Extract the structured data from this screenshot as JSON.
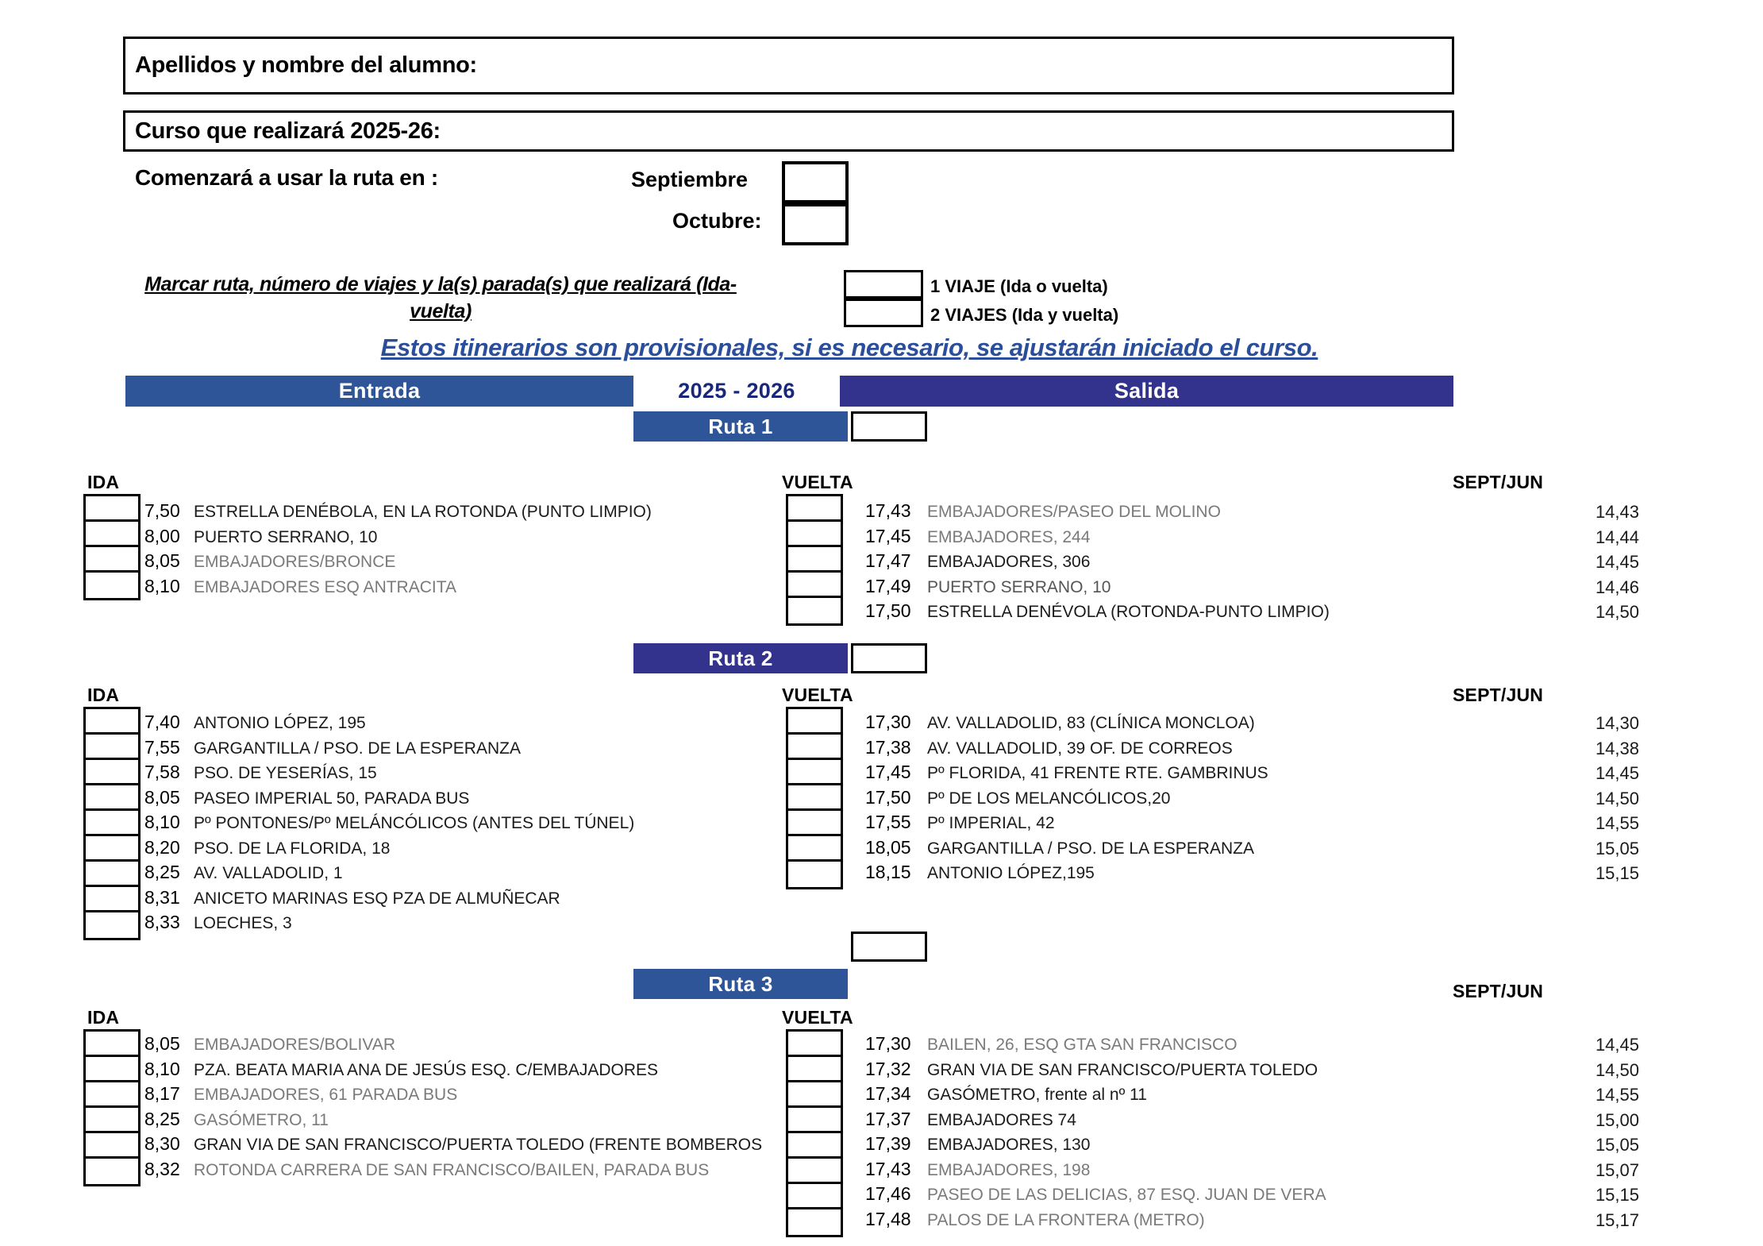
{
  "form": {
    "apellidos_label": "Apellidos y nombre del alumno:",
    "curso_label": "Curso que realizará 2025-26:",
    "comenzara_label": "Comenzará a usar la ruta en :",
    "septiembre_label": "Septiembre",
    "octubre_label": "Octubre:",
    "marcar_line1": "Marcar ruta, número de viajes y la(s) parada(s) que realizará (Ida-",
    "marcar_line2": "vuelta)",
    "viaje1_label": "1 VIAJE (Ida o vuelta)",
    "viaje2_label": "2 VIAJES (Ida y vuelta)",
    "provisional_notice": "Estos itinerarios son provisionales, si es necesario, se ajustarán iniciado el curso."
  },
  "headers": {
    "entrada": "Entrada",
    "anio": "2025 - 2026",
    "salida": "Salida",
    "ida": "IDA",
    "vuelta": "VUELTA",
    "septjun": "SEPT/JUN"
  },
  "colors": {
    "entrada_bar": "#2F5599",
    "salida_bar": "#33338E",
    "anio_text": "#19277A",
    "notice_text": "#2B4E9B",
    "ruta1_bar": "#2F5599",
    "ruta2_bar": "#33338E",
    "ruta3_bar": "#2F5599"
  },
  "routes": [
    {
      "name": "Ruta 1",
      "ida": [
        {
          "time": "7,50",
          "stop": "ESTRELLA DENÉBOLA, EN LA ROTONDA (PUNTO LIMPIO)",
          "shade": "dark"
        },
        {
          "time": "8,00",
          "stop": "PUERTO SERRANO, 10",
          "shade": "dark"
        },
        {
          "time": "8,05",
          "stop": "EMBAJADORES/BRONCE",
          "shade": "gray"
        },
        {
          "time": "8,10",
          "stop": "EMBAJADORES ESQ ANTRACITA",
          "shade": "gray"
        }
      ],
      "vuelta": [
        {
          "time": "17,43",
          "stop": "EMBAJADORES/PASEO DEL MOLINO",
          "septjun": "14,43",
          "shade": "gray"
        },
        {
          "time": "17,45",
          "stop": "EMBAJADORES, 244",
          "septjun": "14,44",
          "shade": "gray"
        },
        {
          "time": "17,47",
          "stop": "EMBAJADORES, 306",
          "septjun": "14,45",
          "shade": "dark"
        },
        {
          "time": "17,49",
          "stop": "PUERTO SERRANO, 10",
          "septjun": "14,46",
          "shade": "mid"
        },
        {
          "time": "17,50",
          "stop": "ESTRELLA DENÉVOLA (ROTONDA-PUNTO LIMPIO)",
          "septjun": "14,50",
          "shade": "dark"
        }
      ]
    },
    {
      "name": "Ruta 2",
      "ida": [
        {
          "time": "7,40",
          "stop": "ANTONIO LÓPEZ, 195",
          "shade": "dark"
        },
        {
          "time": "7,55",
          "stop": "GARGANTILLA / PSO. DE LA ESPERANZA",
          "shade": "dark"
        },
        {
          "time": "7,58",
          "stop": "PSO. DE YESERÍAS, 15",
          "shade": "dark"
        },
        {
          "time": "8,05",
          "stop": "PASEO IMPERIAL 50, PARADA BUS",
          "shade": "dark"
        },
        {
          "time": "8,10",
          "stop": "Pº PONTONES/Pº MELÁNCÓLICOS (ANTES DEL TÚNEL)",
          "shade": "dark"
        },
        {
          "time": "8,20",
          "stop": "PSO. DE LA FLORIDA, 18",
          "shade": "dark"
        },
        {
          "time": "8,25",
          "stop": "AV. VALLADOLID, 1",
          "shade": "dark"
        },
        {
          "time": "8,31",
          "stop": "ANICETO MARINAS ESQ PZA DE ALMUÑECAR",
          "shade": "dark"
        },
        {
          "time": "8,33",
          "stop": "LOECHES, 3",
          "shade": "dark"
        }
      ],
      "vuelta": [
        {
          "time": "17,30",
          "stop": "AV. VALLADOLID, 83 (CLÍNICA MONCLOA)",
          "septjun": "14,30",
          "shade": "dark"
        },
        {
          "time": "17,38",
          "stop": "AV. VALLADOLID, 39 OF. DE CORREOS",
          "septjun": "14,38",
          "shade": "dark"
        },
        {
          "time": "17,45",
          "stop": "Pº FLORIDA, 41 FRENTE RTE. GAMBRINUS",
          "septjun": "14,45",
          "shade": "dark"
        },
        {
          "time": "17,50",
          "stop": "Pº DE LOS MELANCÓLICOS,20",
          "septjun": "14,50",
          "shade": "dark"
        },
        {
          "time": "17,55",
          "stop": "Pº IMPERIAL, 42",
          "septjun": "14,55",
          "shade": "dark"
        },
        {
          "time": "18,05",
          "stop": "GARGANTILLA / PSO. DE LA ESPERANZA",
          "septjun": "15,05",
          "shade": "dark"
        },
        {
          "time": "18,15",
          "stop": "ANTONIO LÓPEZ,195",
          "septjun": "15,15",
          "shade": "dark"
        }
      ]
    },
    {
      "name": "Ruta 3",
      "ida": [
        {
          "time": "8,05",
          "stop": "EMBAJADORES/BOLIVAR",
          "shade": "gray"
        },
        {
          "time": "8,10",
          "stop": "PZA. BEATA MARIA ANA DE JESÚS ESQ. C/EMBAJADORES",
          "shade": "dark"
        },
        {
          "time": "8,17",
          "stop": "EMBAJADORES, 61 PARADA BUS",
          "shade": "gray"
        },
        {
          "time": "8,25",
          "stop": "GASÓMETRO, 11",
          "shade": "gray"
        },
        {
          "time": "8,30",
          "stop": "GRAN VIA DE SAN FRANCISCO/PUERTA TOLEDO (FRENTE BOMBEROS",
          "shade": "dark"
        },
        {
          "time": "8,32",
          "stop": "ROTONDA CARRERA DE SAN FRANCISCO/BAILEN, PARADA BUS",
          "shade": "gray"
        }
      ],
      "vuelta": [
        {
          "time": "17,30",
          "stop": "BAILEN, 26, ESQ GTA SAN FRANCISCO",
          "septjun": "14,45",
          "shade": "gray"
        },
        {
          "time": "17,32",
          "stop": "GRAN VIA DE SAN FRANCISCO/PUERTA TOLEDO",
          "septjun": "14,50",
          "shade": "dark"
        },
        {
          "time": "17,34",
          "stop": "GASÓMETRO,  frente al nº 11",
          "septjun": "14,55",
          "shade": "dark"
        },
        {
          "time": "17,37",
          "stop": "EMBAJADORES 74",
          "septjun": "15,00",
          "shade": "dark"
        },
        {
          "time": "17,39",
          "stop": "EMBAJADORES, 130",
          "septjun": "15,05",
          "shade": "dark"
        },
        {
          "time": "17,43",
          "stop": "EMBAJADORES, 198",
          "septjun": "15,07",
          "shade": "gray"
        },
        {
          "time": "17,46",
          "stop": "PASEO DE LAS DELICIAS, 87 ESQ. JUAN DE VERA",
          "septjun": "15,15",
          "shade": "gray"
        },
        {
          "time": "17,48",
          "stop": "PALOS DE LA FRONTERA (METRO)",
          "septjun": "15,17",
          "shade": "gray"
        }
      ]
    }
  ]
}
